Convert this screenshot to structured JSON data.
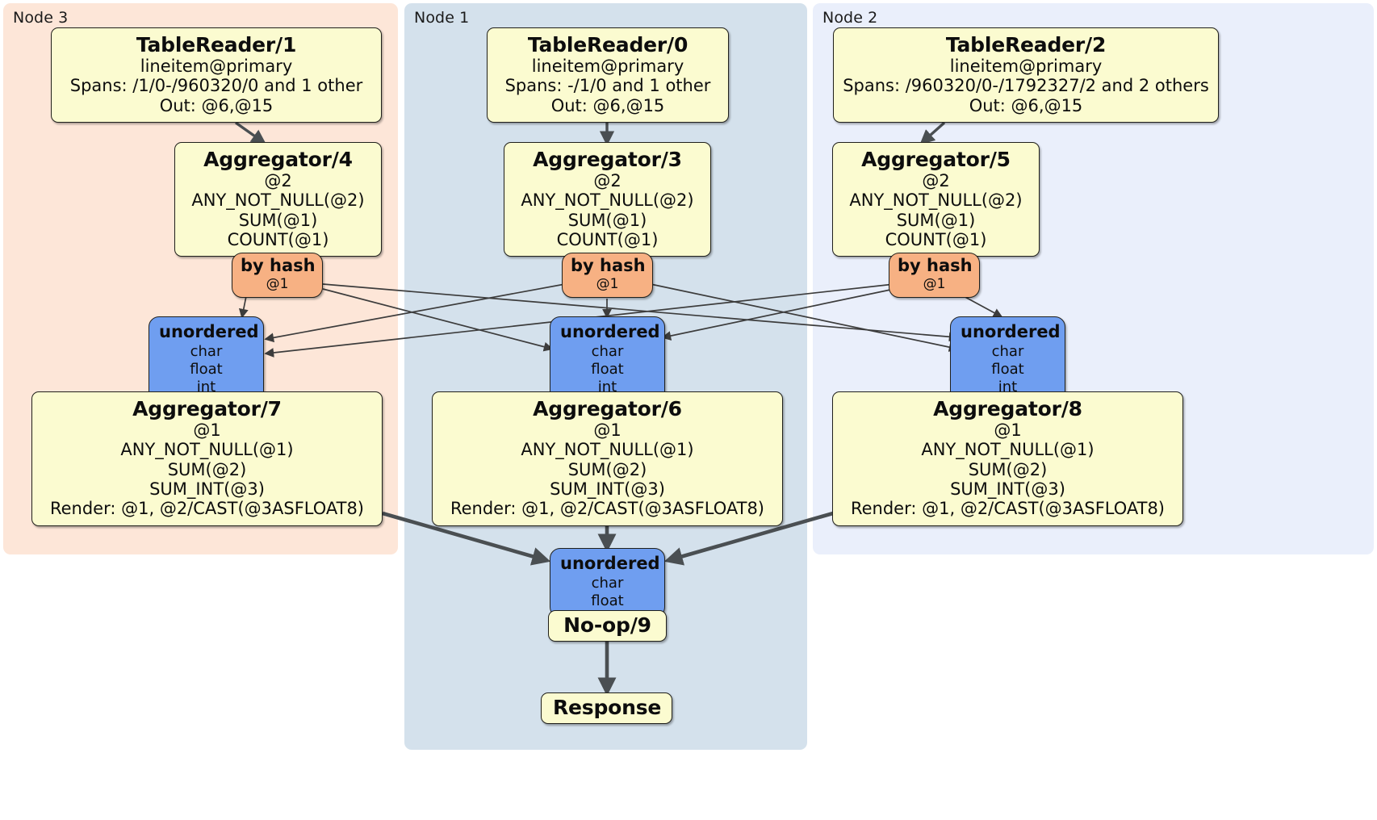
{
  "diagram": {
    "title": "Distributed SQL query plan",
    "colors": {
      "node3_panel": "#fde6d8",
      "node1_panel": "#d4e1ec",
      "node2_panel": "#eaeffb",
      "processor_box": "#fbfbd0",
      "router_box": "#f7b183",
      "receiver_box": "#6f9ef0",
      "edge": "#3c3c3c",
      "border": "#20201c"
    }
  },
  "nodes": [
    {
      "id": "node3",
      "label": "Node 3"
    },
    {
      "id": "node1",
      "label": "Node 1"
    },
    {
      "id": "node2",
      "label": "Node 2"
    }
  ],
  "processors": {
    "tablereader1": {
      "title": "TableReader/1",
      "lines": [
        "lineitem@primary",
        "Spans: /1/0-/960320/0 and 1 other",
        "Out: @6,@15"
      ]
    },
    "tablereader0": {
      "title": "TableReader/0",
      "lines": [
        "lineitem@primary",
        "Spans: -/1/0 and 1 other",
        "Out: @6,@15"
      ]
    },
    "tablereader2": {
      "title": "TableReader/2",
      "lines": [
        "lineitem@primary",
        "Spans: /960320/0-/1792327/2 and 2 others",
        "Out: @6,@15"
      ]
    },
    "aggregator4": {
      "title": "Aggregator/4",
      "lines": [
        "@2",
        "ANY_NOT_NULL(@2)",
        "SUM(@1)",
        "COUNT(@1)"
      ]
    },
    "aggregator3": {
      "title": "Aggregator/3",
      "lines": [
        "@2",
        "ANY_NOT_NULL(@2)",
        "SUM(@1)",
        "COUNT(@1)"
      ]
    },
    "aggregator5": {
      "title": "Aggregator/5",
      "lines": [
        "@2",
        "ANY_NOT_NULL(@2)",
        "SUM(@1)",
        "COUNT(@1)"
      ]
    },
    "aggregator7": {
      "title": "Aggregator/7",
      "lines": [
        "@1",
        "ANY_NOT_NULL(@1)",
        "SUM(@2)",
        "SUM_INT(@3)",
        "Render: @1, @2/CAST(@3ASFLOAT8)"
      ]
    },
    "aggregator6": {
      "title": "Aggregator/6",
      "lines": [
        "@1",
        "ANY_NOT_NULL(@1)",
        "SUM(@2)",
        "SUM_INT(@3)",
        "Render: @1, @2/CAST(@3ASFLOAT8)"
      ]
    },
    "aggregator8": {
      "title": "Aggregator/8",
      "lines": [
        "@1",
        "ANY_NOT_NULL(@1)",
        "SUM(@2)",
        "SUM_INT(@3)",
        "Render: @1, @2/CAST(@3ASFLOAT8)"
      ]
    },
    "noop9": {
      "title": "No-op/9",
      "lines": []
    },
    "response": {
      "title": "Response",
      "lines": []
    }
  },
  "routers": {
    "byhash_left": {
      "title": "by hash",
      "lines": [
        "@1"
      ]
    },
    "byhash_center": {
      "title": "by hash",
      "lines": [
        "@1"
      ]
    },
    "byhash_right": {
      "title": "by hash",
      "lines": [
        "@1"
      ]
    }
  },
  "receivers": {
    "unordered_left": {
      "title": "unordered",
      "lines": [
        "char",
        "float",
        "int"
      ]
    },
    "unordered_center": {
      "title": "unordered",
      "lines": [
        "char",
        "float",
        "int"
      ]
    },
    "unordered_right": {
      "title": "unordered",
      "lines": [
        "char",
        "float",
        "int"
      ]
    },
    "unordered_final": {
      "title": "unordered",
      "lines": [
        "char",
        "float"
      ]
    }
  }
}
